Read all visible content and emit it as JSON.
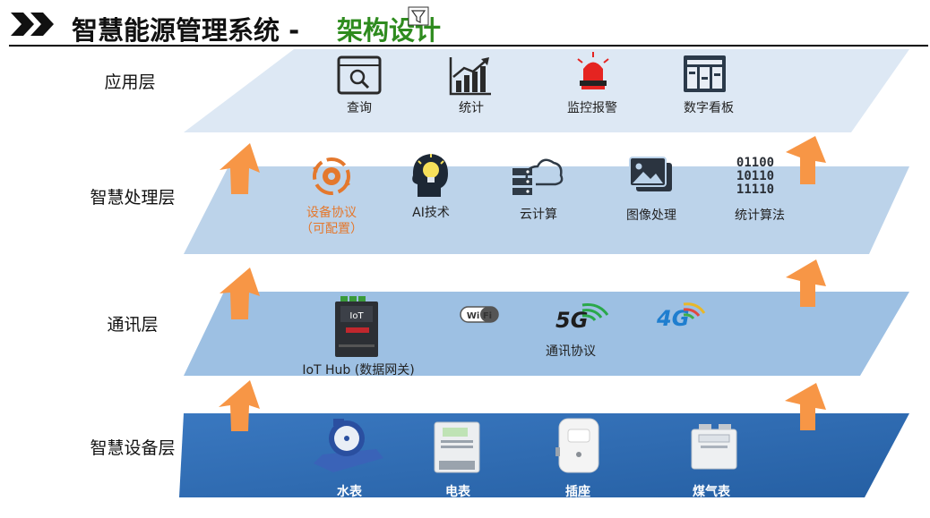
{
  "header": {
    "title_main": "智慧能源管理系统 -",
    "title_accent": "架构设计",
    "accent_color": "#2e8b1e",
    "rule_color": "#000000"
  },
  "layers": [
    {
      "name": "应用层",
      "plane_color": "#dde8f4",
      "items": [
        {
          "label": "查询",
          "icon": "search-window-icon"
        },
        {
          "label": "统计",
          "icon": "bar-chart-trend-icon"
        },
        {
          "label": "监控报警",
          "icon": "alarm-siren-icon"
        },
        {
          "label": "数字看板",
          "icon": "dashboard-panel-icon"
        }
      ]
    },
    {
      "name": "智慧处理层",
      "plane_color": "#bcd3ea",
      "items": [
        {
          "label": "设备协议",
          "label2": "（可配置）",
          "icon": "gear-cycle-icon",
          "color": "#e4782d"
        },
        {
          "label": "AI技术",
          "icon": "ai-head-bulb-icon"
        },
        {
          "label": "云计算",
          "icon": "cloud-server-icon"
        },
        {
          "label": "图像处理",
          "icon": "image-gallery-icon"
        },
        {
          "label": "统计算法",
          "icon": "binary-code-icon",
          "code": [
            "01100",
            "10110",
            "11110"
          ]
        }
      ]
    },
    {
      "name": "通讯层",
      "plane_color": "#9dc0e3",
      "items": [
        {
          "label": "IoT Hub (数据网关)",
          "icon": "iot-gateway-icon",
          "device_text": "IoT"
        },
        {
          "label": "",
          "icon": "wifi-logo-icon",
          "text": "Wi Fi"
        },
        {
          "label": "通讯协议",
          "icon": "5g-logo-icon",
          "text": "5G"
        },
        {
          "label": "",
          "icon": "4g-logo-icon",
          "text": "4G"
        }
      ]
    },
    {
      "name": "智慧设备层",
      "plane_color": "#2f6db4",
      "items": [
        {
          "label": "水表",
          "icon": "water-meter-icon"
        },
        {
          "label": "电表",
          "icon": "electric-meter-icon"
        },
        {
          "label": "插座",
          "icon": "smart-socket-icon"
        },
        {
          "label": "煤气表",
          "icon": "gas-meter-icon"
        }
      ]
    }
  ],
  "arrow_color": "#f79646"
}
